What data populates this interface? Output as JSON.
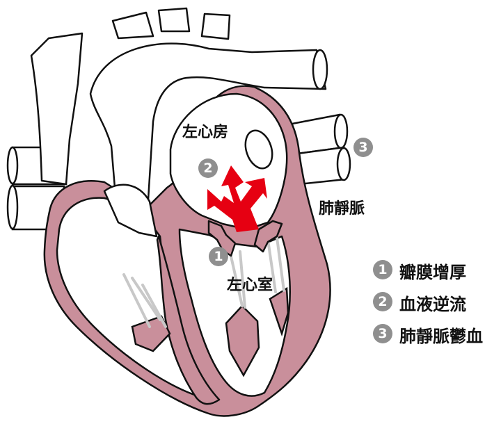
{
  "labels": {
    "left_atrium": "左心房",
    "left_ventricle": "左心室",
    "pulmonary_veins": "肺靜脈"
  },
  "markers": [
    "1",
    "2",
    "3"
  ],
  "legend": [
    {
      "num": "1",
      "text": "瓣膜增厚"
    },
    {
      "num": "2",
      "text": "血液逆流"
    },
    {
      "num": "3",
      "text": "肺靜脈鬱血"
    }
  ],
  "colors": {
    "muscle": "#c98f9b",
    "outline": "#111111",
    "arrow": "#e60012",
    "badge": "#8f8f8f",
    "chordae": "#c8c8c8"
  }
}
